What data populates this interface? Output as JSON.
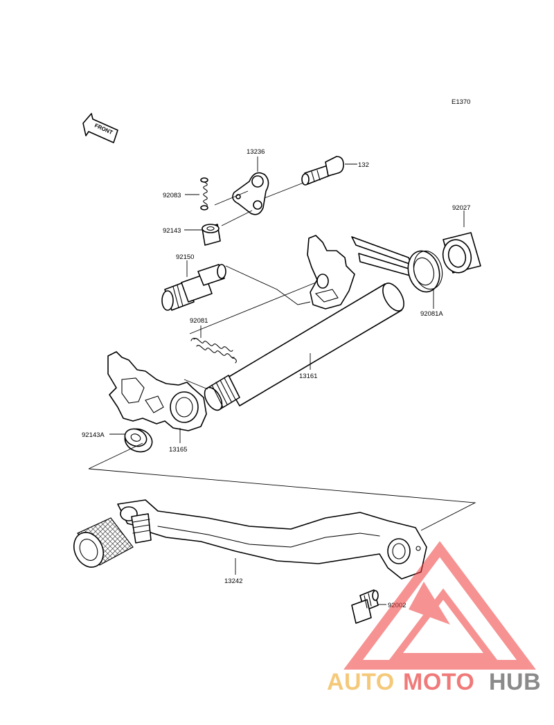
{
  "diagram_code": "E1370",
  "front_label": "FRONT",
  "parts": [
    {
      "id": "13236"
    },
    {
      "id": "132"
    },
    {
      "id": "92083"
    },
    {
      "id": "92143"
    },
    {
      "id": "92027"
    },
    {
      "id": "92150"
    },
    {
      "id": "92081A"
    },
    {
      "id": "92081"
    },
    {
      "id": "13161"
    },
    {
      "id": "92143A"
    },
    {
      "id": "13165"
    },
    {
      "id": "13242"
    },
    {
      "id": "92002"
    }
  ],
  "watermark": {
    "part1": "AUTO",
    "part2": "MOTO",
    "part3": "HUB",
    "colors": {
      "part1": "#f5c97a",
      "part2": "#f07a7a",
      "part3": "#8a8a8a",
      "logo": "#ef3a3a"
    }
  }
}
